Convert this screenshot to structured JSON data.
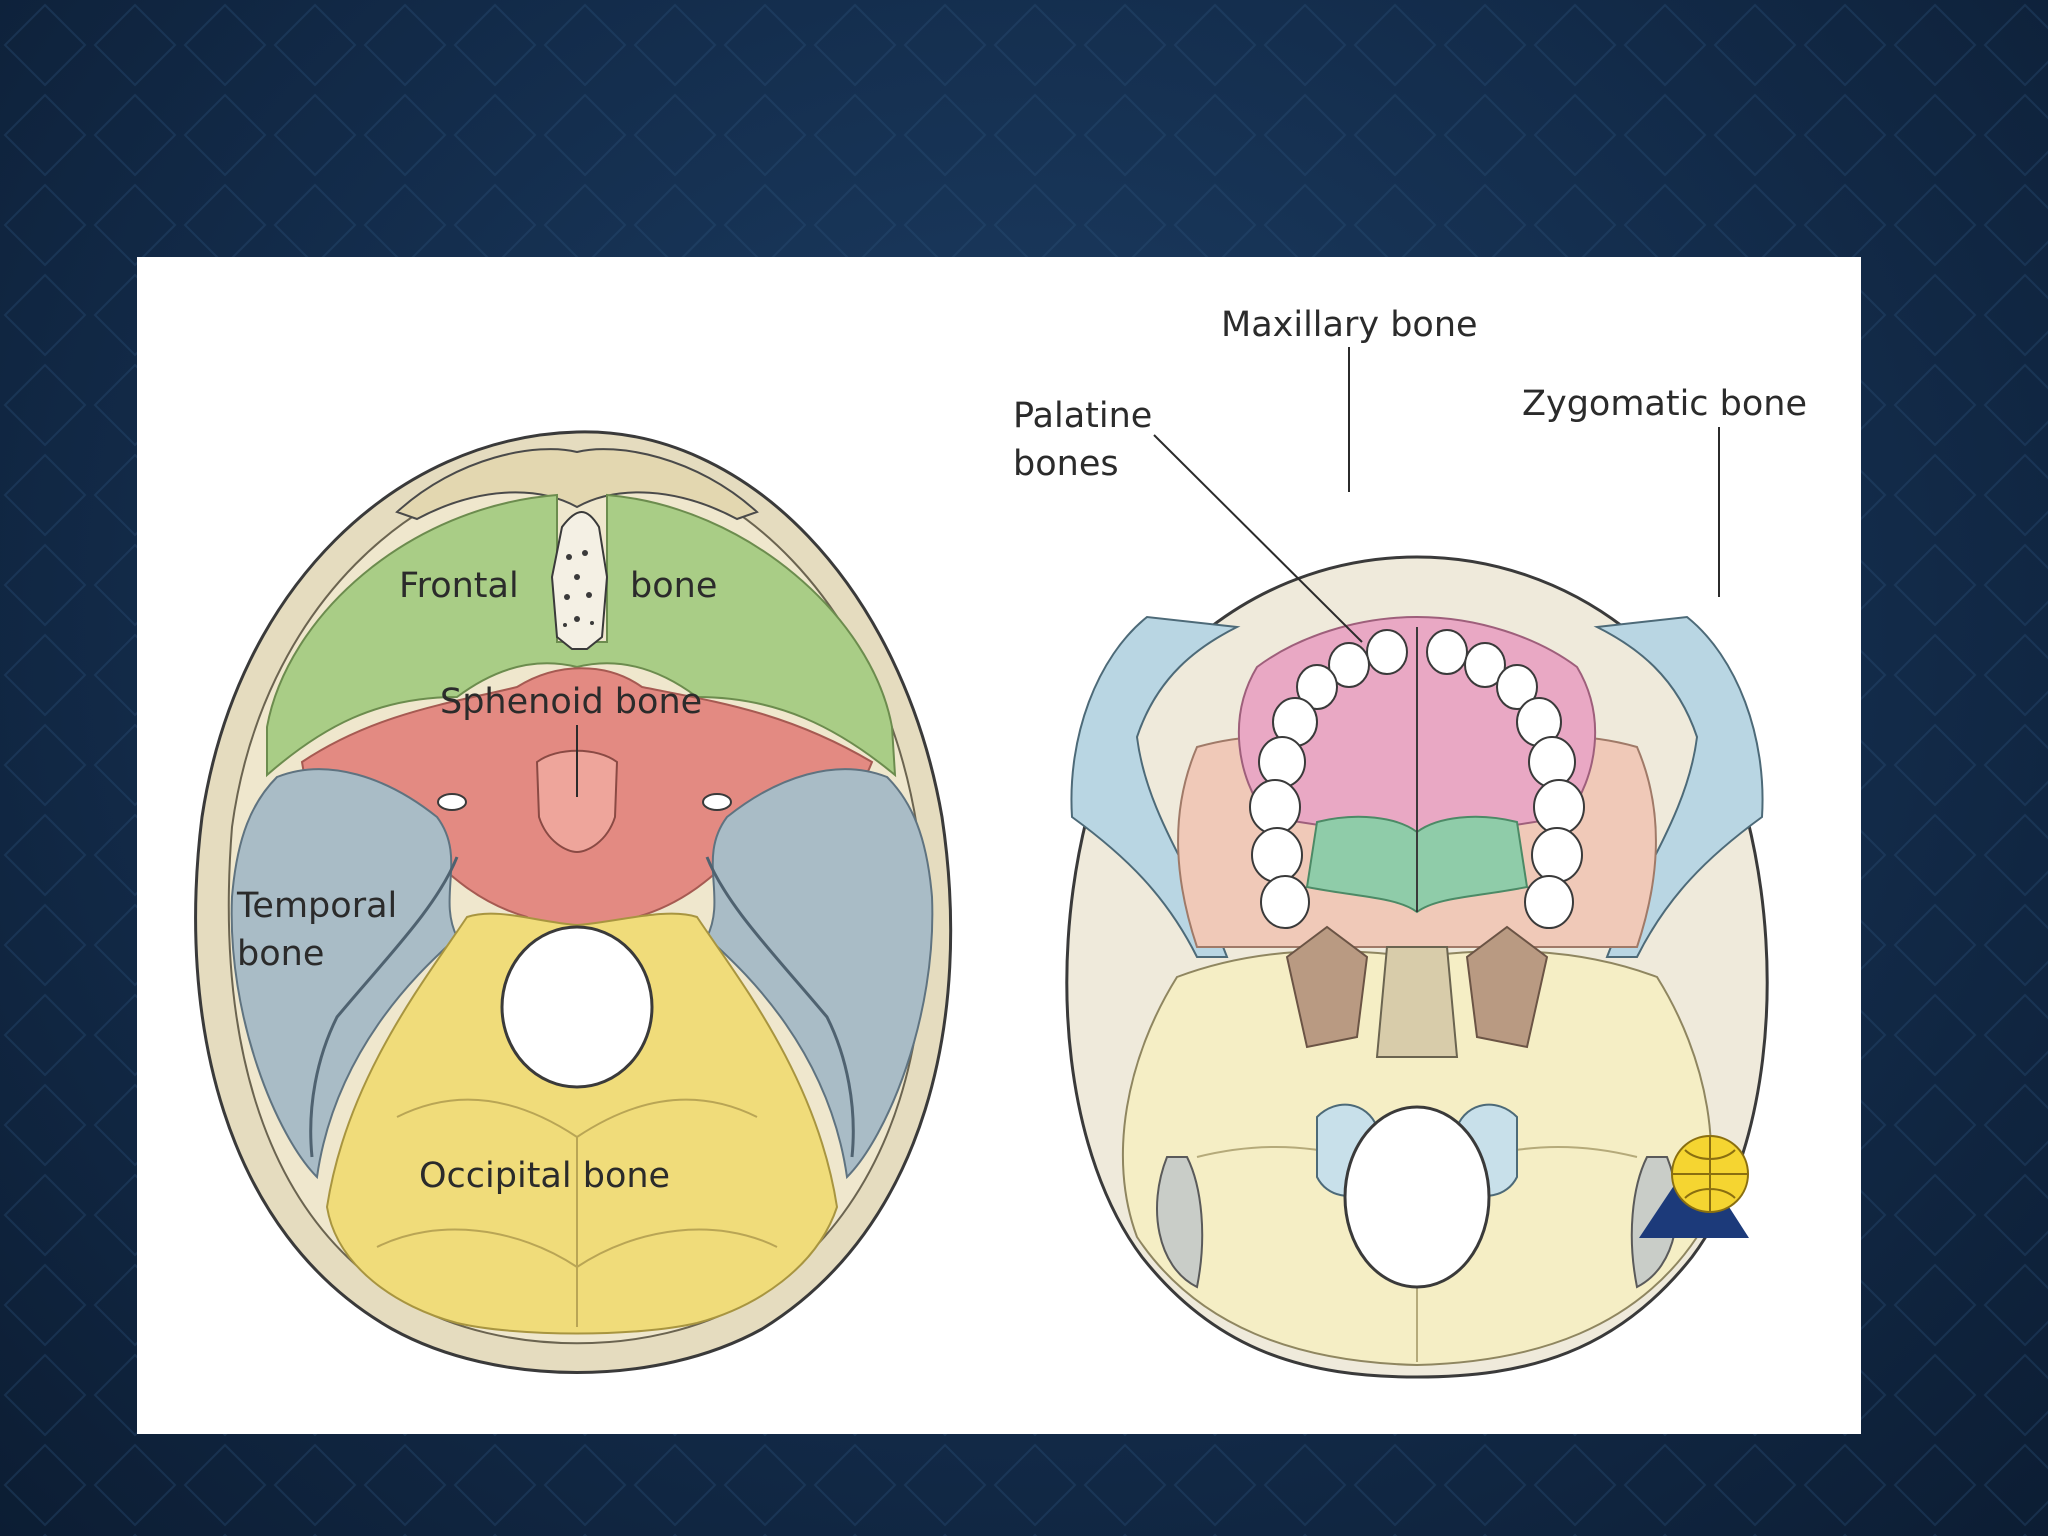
{
  "labels": {
    "frontal_left": "Frontal",
    "frontal_right": "bone",
    "sphenoid": "Sphenoid bone",
    "temporal_line1": "Temporal",
    "temporal_line2": "bone",
    "occipital": "Occipital bone",
    "maxillary": "Maxillary bone",
    "palatine_line1": "Palatine",
    "palatine_line2": "bones",
    "zygomatic": "Zygomatic bone"
  },
  "colors": {
    "frontal": "#a9cd86",
    "sphenoid": "#e38a82",
    "temporal": "#a9bcc6",
    "occipital": "#f0dc7a",
    "skull_outline": "#e5dcbf",
    "maxillary": "#e9a8c4",
    "palatine": "#8fcca9",
    "zygomatic": "#b9d6e3",
    "occipital_inferior": "#f5eec5",
    "sphenoid_inferior": "#f0c9b8",
    "slide_background": "#132c4b",
    "publisher_logo": "#f5d531"
  },
  "icons": {
    "publisher_logo": "globe-triangle-logo"
  }
}
